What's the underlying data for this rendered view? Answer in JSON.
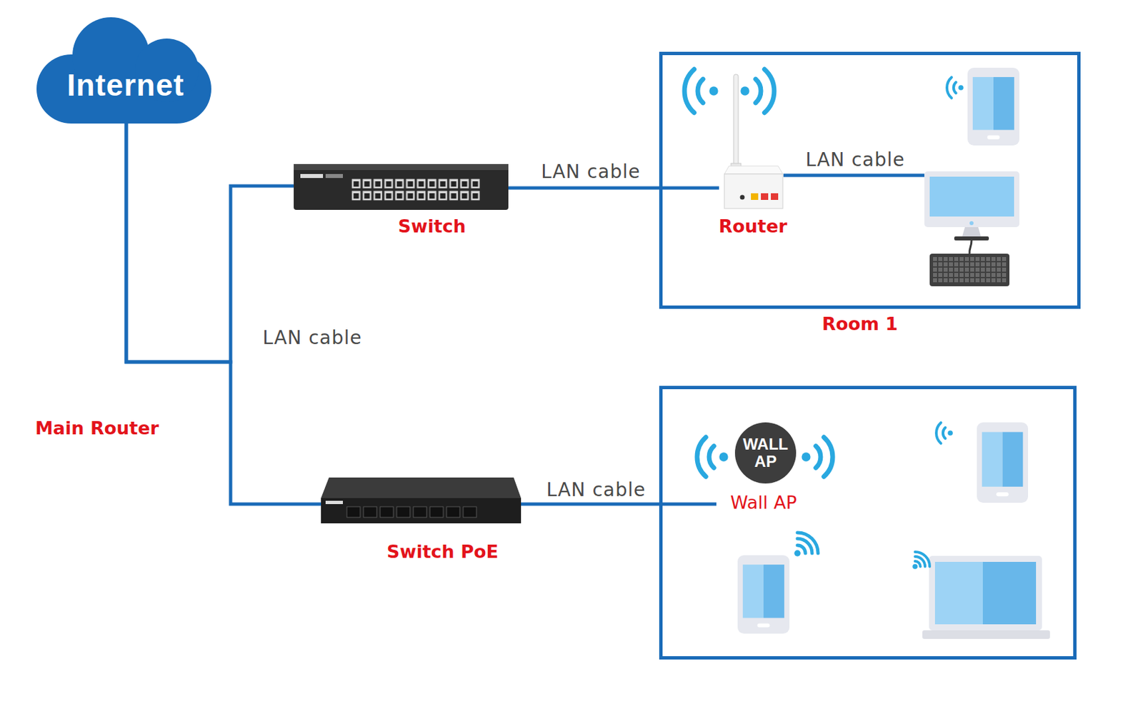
{
  "diagram": {
    "nodes": [
      {
        "text": [
          "Internet"
        ]
      },
      {
        "text": [
          "Switch"
        ]
      },
      {
        "text": [
          "Room 1"
        ]
      },
      {
        "text": [
          "Router"
        ],
        "in": 2
      },
      {
        "text": [
          "Switch PoE"
        ]
      },
      {
        "text": [
          "WALL AP",
          "Wall AP"
        ]
      }
    ],
    "edges": [
      {
        "from": 0,
        "to": 1,
        "arrow": "none",
        "label": "LAN cable"
      },
      {
        "from": 0,
        "to": 4,
        "arrow": "none"
      },
      {
        "from": 1,
        "to": 3,
        "arrow": "none",
        "label": "LAN cable"
      },
      {
        "from": 4,
        "to": 5,
        "arrow": "none",
        "label": "LAN cable"
      }
    ],
    "labels": [
      "Main Router",
      "LAN cable"
    ]
  }
}
